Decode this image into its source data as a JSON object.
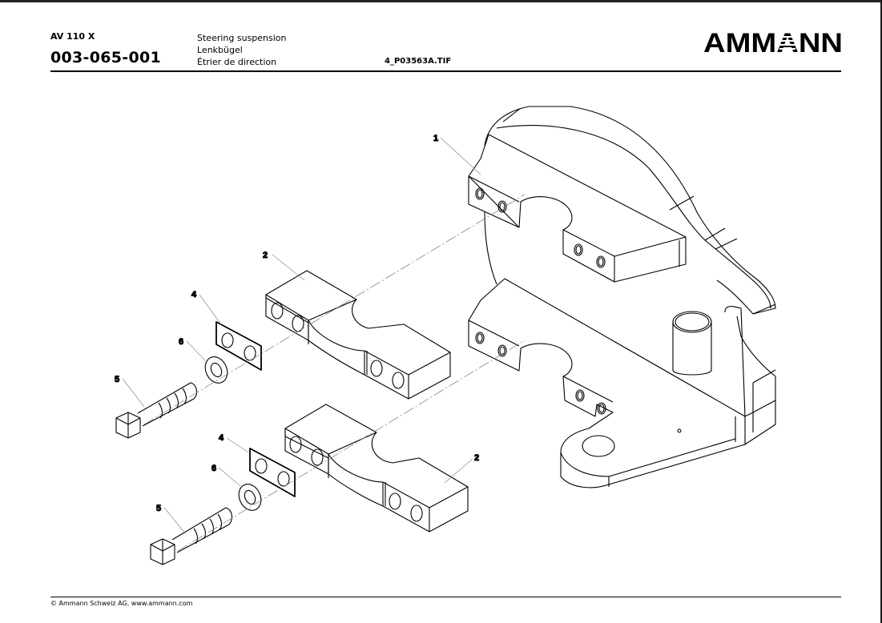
{
  "header": {
    "model": "AV 110 X",
    "part_number": "003-065-001",
    "titles": [
      "Steering suspension",
      "Lenkbügel",
      "Étrier de direction"
    ],
    "filename": "4_P03563A.TIF",
    "brand": "AMMANN"
  },
  "drawing": {
    "callouts": [
      {
        "id": "c1",
        "label": "1"
      },
      {
        "id": "c2a",
        "label": "2"
      },
      {
        "id": "c4a",
        "label": "4"
      },
      {
        "id": "c6a",
        "label": "6"
      },
      {
        "id": "c5a",
        "label": "5"
      },
      {
        "id": "c4b",
        "label": "4"
      },
      {
        "id": "c6b",
        "label": "6"
      },
      {
        "id": "c5b",
        "label": "5"
      },
      {
        "id": "c2b",
        "label": "2"
      }
    ]
  },
  "footer": {
    "copyright": "© Ammann Schweiz AG, www.ammann.com"
  }
}
